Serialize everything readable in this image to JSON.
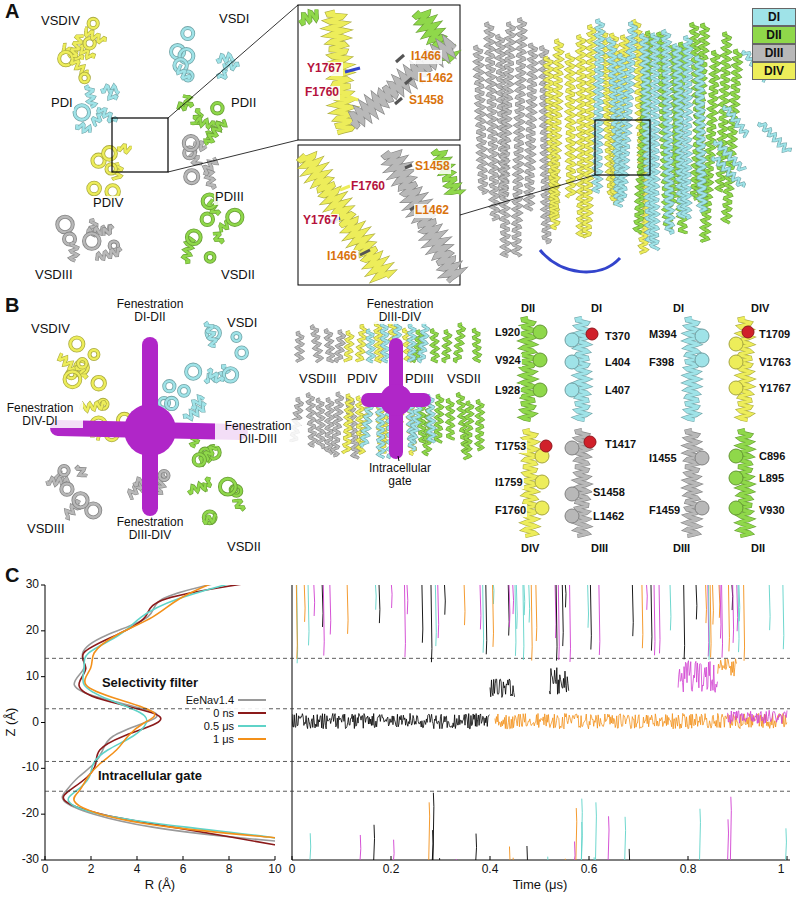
{
  "diagram": {
    "labels": [
      "A",
      "VSDIV",
      "VSDI",
      "PDII",
      "PDI",
      "Y1767",
      "F1760",
      "I1466",
      "L1462",
      "S1458",
      "PDIV",
      "PDIII",
      "VSDIII",
      "VSDII",
      "S1458",
      "F1760",
      "L1462",
      "Y1767",
      "I1466",
      "B",
      "Fenestration DI-DII",
      "VSDIV",
      "VSDI",
      "Fenestration DIV-DI",
      "Fenestration DII-DIII",
      "VSDIII",
      "Fenestration DIII-DIV",
      "VSDII",
      "Fenestration DIII-DIV",
      "VSDIII",
      "PDIV",
      "PDIII",
      "VSDII",
      "Intracellular gate",
      "DII",
      "DI",
      "L920",
      "T370",
      "V924",
      "L404",
      "L928",
      "L407",
      "T1753",
      "T1417",
      "I1759",
      "S1458",
      "F1760",
      "L1462",
      "DIV",
      "DIII",
      "DI",
      "DIV",
      "M394",
      "T1709",
      "F398",
      "V1763",
      "Y1767",
      "I1455",
      "C896",
      "L895",
      "F1459",
      "V930",
      "DIII",
      "DII",
      "C",
      "30",
      "20",
      "10",
      "0",
      "-10",
      "-20",
      "-30",
      "Selectivity filter",
      "Intracellular gate",
      "Z (Å)",
      "0",
      "2",
      "4",
      "6",
      "8",
      "10",
      "R (Å)",
      "0",
      "0.2",
      "0.4",
      "0.6",
      "0.8",
      "1",
      "Time (μs)"
    ],
    "legend": [
      {
        "text": "DI",
        "color": "#9fe3e8"
      },
      {
        "text": "DII",
        "color": "#8fd84a"
      },
      {
        "text": "DIII",
        "color": "#b8b8b8"
      },
      {
        "text": "DIV",
        "color": "#eded5a"
      },
      {
        "text": "EeNav1.4"
      },
      {
        "text": "0 ns"
      },
      {
        "text": "0.5 μs"
      },
      {
        "text": "1 μs"
      }
    ]
  }
}
